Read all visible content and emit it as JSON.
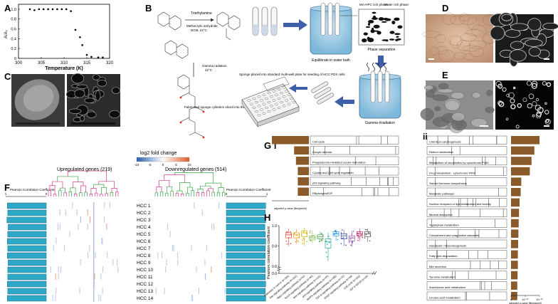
{
  "panels": {
    "a": "A",
    "b": "B",
    "c": "C",
    "d": "D",
    "e": "E",
    "f": "F",
    "g": "G",
    "g_i": "i",
    "g_ii": "ii",
    "h": "H"
  },
  "panelA": {
    "chart_data": {
      "type": "scatter",
      "xlabel": "Temperature (K)",
      "ylabel": "A/A₀",
      "xlim": [
        300,
        320
      ],
      "ylim": [
        0,
        1.1
      ],
      "xticks": [
        "300",
        "305",
        "310",
        "315",
        "320"
      ],
      "yticks": [
        "0",
        "0.2",
        "0.4",
        "0.6",
        "0.8",
        "1.0"
      ],
      "x": [
        302.5,
        303.5,
        304.5,
        305.5,
        306.5,
        307.5,
        308.5,
        309.5,
        310.5,
        311.5,
        312.5,
        313.5,
        314,
        315,
        316,
        317.5,
        318.5
      ],
      "y": [
        1.0,
        0.98,
        1.0,
        1.0,
        1.0,
        1.0,
        1.0,
        1.0,
        1.0,
        0.96,
        0.58,
        0.43,
        0.27,
        0.07,
        0.03,
        0.02,
        0.02
      ]
    }
  },
  "panelB": {
    "reaction1": "Triethylamine",
    "reaction2": "Methacrylic anhydride",
    "reaction3": "DCM, 24°C",
    "reaction4": "Gamma radiation",
    "reaction5": "42°C",
    "ma_hpc_phase": "MA-HPC rich phase",
    "water_phase": "Water rich phase",
    "phase_sep": "Phase separation",
    "equilibrate": "Equilibrate in water bath",
    "gamma": "Gamma-Irradiation",
    "sponge_plate": "Sponge placed into standard multi-well plate for seeding of HCC PDX cells",
    "fabricated": "Fabricated sponge cylinders sliced into thin discs, lyophilized then galactosylated"
  },
  "panelF": {
    "up_title": "Upregulated genes (219)",
    "down_title": "Downregulated genes (514)",
    "colorbar_title": "log2 fold change",
    "colorbar_ticks": [
      "-10",
      "-5",
      "0",
      "5",
      "10"
    ],
    "left_axis": "Pearson Correlation Coefficient",
    "right_axis": "Pearson Correlation Coefficient",
    "axis_ticks": [
      "0",
      "1"
    ],
    "samples": [
      "HCC 1",
      "HCC 2",
      "HCC 3",
      "HCC 4",
      "HCC 5",
      "HCC 6",
      "HCC 7",
      "HCC 8",
      "HCC 9",
      "HCC 10",
      "HCC 11",
      "HCC 12",
      "HCC 13",
      "HCC 14"
    ],
    "left_values": [
      0.96,
      0.95,
      0.97,
      0.94,
      0.95,
      0.96,
      0.95,
      0.96,
      0.94,
      0.95,
      0.95,
      0.96,
      0.95,
      0.96
    ],
    "right_values": [
      0.97,
      0.96,
      0.97,
      0.95,
      0.96,
      0.97,
      0.96,
      0.96,
      0.95,
      0.96,
      0.96,
      0.97,
      0.96,
      0.97
    ],
    "bar_color": "#2fa7c6",
    "up_tree_color": "#d6388f",
    "down_tree_color": "#3aa346"
  },
  "panelGi": {
    "chart_data": {
      "type": "bar",
      "xlabel": "adjusted p-value (Benjamini)",
      "categories": [
        "Cell cycle",
        "Oocyte meiosis",
        "Progesterone-mediated oocyte maturation",
        "Cyclins and Cell cycle regulation",
        "p53 signaling pathway",
        "RBphosphoE2F"
      ],
      "values": [
        1.0,
        0.4,
        0.35,
        0.3,
        0.3,
        0.3
      ],
      "color": "#8b5a2b"
    }
  },
  "panelGii": {
    "chart_data": {
      "type": "bar",
      "xlabel": "adjusted p-value (Benjamini)",
      "xticks": [
        "0",
        "10⁻¹⁰",
        "10⁻²⁰"
      ],
      "categories": [
        "Chemical carcinogenesis",
        "Retinol metabolism",
        "Metabolism of xenobiotics by cytochrome P450",
        "Drug metabolism - cytochrome P450",
        "Steroid hormone biosynthesis",
        "Metabolic pathways",
        "Nuclear receptors in lipid metabolism and toxicity",
        "Mineral absorption",
        "Tryptophan metabolism",
        "Complement and coagulation cascades",
        "Glycolysis / Gluconeogenesis",
        "Fatty acid degradation",
        "Bile secretion",
        "Tyrosine metabolism",
        "Arachidonic acid metabolism",
        "Linoleic acid metabolism"
      ],
      "values": [
        1.0,
        0.82,
        0.72,
        0.66,
        0.36,
        0.34,
        0.3,
        0.28,
        0.27,
        0.26,
        0.25,
        0.24,
        0.24,
        0.23,
        0.22,
        0.22
      ],
      "color": "#8b5a2b"
    }
  },
  "panelH": {
    "chart_data": {
      "type": "box",
      "ylabel": "Pearson correlation coefficient",
      "ylim": [
        0.0,
        1.0
      ],
      "yticks": [
        "0.0",
        "0.6",
        "0.8",
        "1.0"
      ],
      "categories": [
        "Pathways in cancer (n=265)",
        "Ras signaling pathway (n=162)",
        "Hippo signaling pathway (n=52)",
        "Notch signaling pathway (n=40)",
        "Wnt signaling pathway (n=126)",
        "p53 signaling pathway (n=55)",
        "MAPK signaling pathway (n=180)",
        "TGF-β signaling pathway (n=72)",
        "VEGF signaling pathway (n=48)",
        "Cell cycle (n=103)",
        "IGF & IGF1R (n=26)"
      ],
      "medians": [
        0.91,
        0.91,
        0.93,
        0.88,
        0.89,
        0.84,
        0.92,
        0.9,
        0.88,
        0.92,
        0.92
      ],
      "q1": [
        0.88,
        0.88,
        0.89,
        0.86,
        0.87,
        0.78,
        0.9,
        0.87,
        0.85,
        0.9,
        0.89
      ],
      "q3": [
        0.93,
        0.93,
        0.95,
        0.9,
        0.91,
        0.87,
        0.94,
        0.92,
        0.9,
        0.94,
        0.94
      ],
      "lo": [
        0.8,
        0.82,
        0.8,
        0.83,
        0.84,
        0.65,
        0.85,
        0.8,
        0.79,
        0.85,
        0.84
      ],
      "hi": [
        0.97,
        0.97,
        0.98,
        0.95,
        0.94,
        0.93,
        0.96,
        0.96,
        0.95,
        0.97,
        0.97
      ],
      "colors": [
        "#e34a33",
        "#f39c12",
        "#d4b106",
        "#7cb342",
        "#43a047",
        "#26a69a",
        "#1e88e5",
        "#3949ab",
        "#8e44ad",
        "#c2185b",
        "#555555"
      ]
    }
  }
}
